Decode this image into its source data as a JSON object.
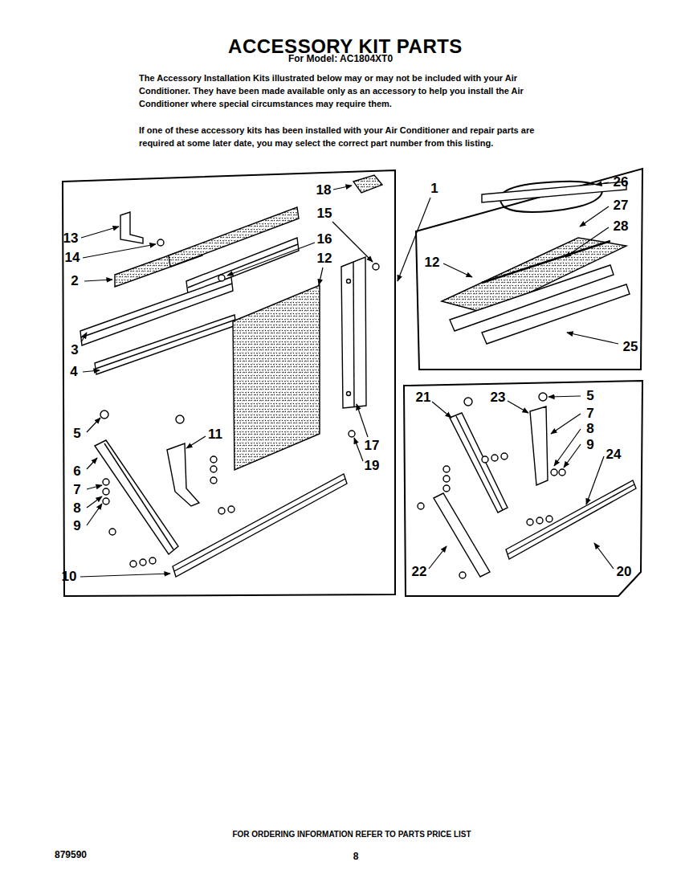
{
  "diagram": {
    "title": "ACCESSORY KIT PARTS",
    "labels": [
      "For Model: AC1804XT0",
      "The Accessory Installation Kits illustrated below may or may not be included with your Air Conditioner. They have been made available only as an accessory to help you install the Air Conditioner where special circumstances may require them.",
      "If one of these accessory kits has been installed with your Air Conditioner and repair parts are required at some later date, you may select the correct part number from this listing.",
      "13",
      "14",
      "2",
      "3",
      "4",
      "18",
      "15",
      "16",
      "12",
      "1",
      "17",
      "19",
      "5",
      "6",
      "7",
      "8",
      "9",
      "11",
      "10",
      "26",
      "27",
      "28",
      "12",
      "25",
      "21",
      "23",
      "5",
      "7",
      "8",
      "9",
      "24",
      "22",
      "20",
      "FOR ORDERING INFORMATION REFER TO PARTS PRICE LIST",
      "879590",
      "8"
    ]
  }
}
